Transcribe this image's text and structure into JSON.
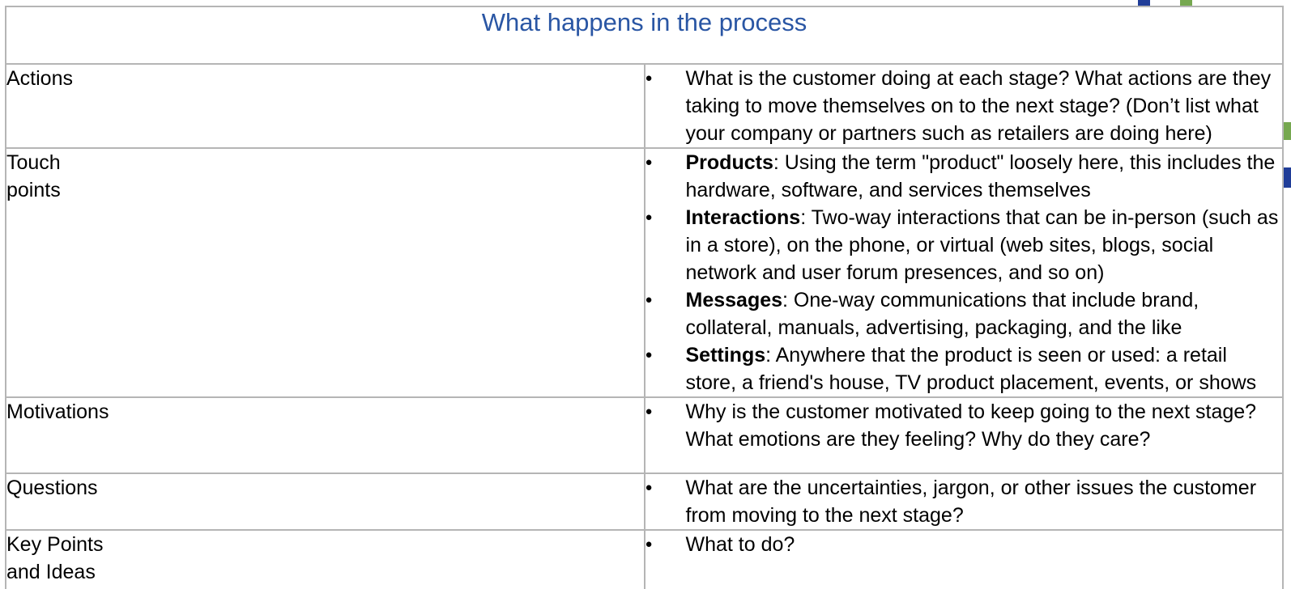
{
  "title": "What happens in the process",
  "bullet_icon": "●",
  "colors": {
    "background": "#ffffff",
    "title_blue": "#2a56a4",
    "text_black": "#000000",
    "border_gray": "#b5b5b5",
    "mark_blue": "#203d98",
    "mark_green": "#76a850"
  },
  "rows": [
    {
      "label": "Actions",
      "bullets": [
        {
          "lead": "",
          "text": "What is the customer doing at each stage? What actions are they taking to move themselves on to the next stage? (Don’t list what your company or partners such as retailers are doing here)"
        }
      ]
    },
    {
      "label": "Touch\npoints",
      "bullets": [
        {
          "lead": "Products",
          "text": ": Using the term \"product\" loosely here, this includes the hardware, software, and services themselves"
        },
        {
          "lead": "Interactions",
          "text": ": Two-way interactions that can be in-person (such as in a store), on the phone, or virtual (web sites, blogs, social network and user forum presences, and so on)"
        },
        {
          "lead": "Messages",
          "text": ": One-way communications that include brand, collateral, manuals, advertising, packaging, and the like"
        },
        {
          "lead": "Settings",
          "text": ": Anywhere that the product is seen or used: a retail store, a friend's house, TV product placement, events, or shows"
        }
      ]
    },
    {
      "label": "Motivations",
      "bullets": [
        {
          "lead": "",
          "text": "Why is the customer motivated to keep going to the next stage? What emotions are they feeling? Why do they care?"
        }
      ]
    },
    {
      "label": "Questions",
      "bullets": [
        {
          "lead": "",
          "text": "What are the uncertainties, jargon, or other issues the customer from moving to the next stage?"
        }
      ]
    },
    {
      "label": "Key Points\nand Ideas",
      "bullets": [
        {
          "lead": "",
          "text": "What to do?"
        }
      ]
    }
  ]
}
